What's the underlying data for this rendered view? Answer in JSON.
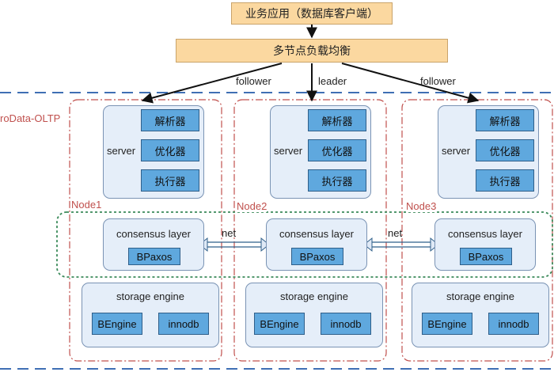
{
  "app_box": "业务应用（数据库客户端）",
  "lb_box": "多节点负载均衡",
  "cluster_label": "roData-OLTP",
  "arrow_labels": {
    "left": "follower",
    "center": "leader",
    "right": "follower"
  },
  "net_labels": [
    "net",
    "net"
  ],
  "nodes": [
    {
      "label": "Node1",
      "server": {
        "label": "server",
        "modules": [
          "解析器",
          "优化器",
          "执行器"
        ]
      },
      "consensus": {
        "label": "consensus layer",
        "module": "BPaxos"
      },
      "storage": {
        "label": "storage engine",
        "engines": [
          "BEngine",
          "innodb"
        ]
      }
    },
    {
      "label": "Node2",
      "server": {
        "label": "server",
        "modules": [
          "解析器",
          "优化器",
          "执行器"
        ]
      },
      "consensus": {
        "label": "consensus layer",
        "module": "BPaxos"
      },
      "storage": {
        "label": "storage engine",
        "engines": [
          "BEngine",
          "innodb"
        ]
      }
    },
    {
      "label": "Node3",
      "server": {
        "label": "server",
        "modules": [
          "解析器",
          "优化器",
          "执行器"
        ]
      },
      "consensus": {
        "label": "consensus layer",
        "module": "BPaxos"
      },
      "storage": {
        "label": "storage engine",
        "engines": [
          "BEngine",
          "innodb"
        ]
      }
    }
  ],
  "colors": {
    "cluster_border": "#3f6fb4",
    "node_border": "#c0504d",
    "layer_border": "#3b8a5a",
    "box_blue": "#5fa8de",
    "box_orange": "#fbd8a0"
  }
}
